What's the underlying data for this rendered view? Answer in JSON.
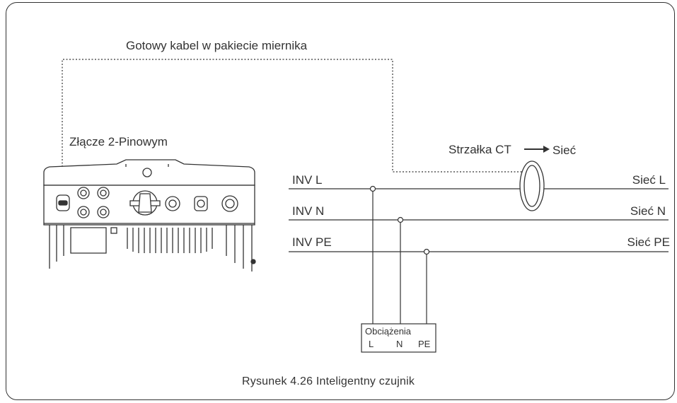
{
  "cable_label": "Gotowy kabel w pakiecie miernika",
  "connector_label": "Złącze 2-Pinowym",
  "ct_label_prefix": "Strzałka CT",
  "ct_label_suffix": "Sieć",
  "wires": [
    {
      "left": "INV L",
      "right": "Sieć L"
    },
    {
      "left": "INV N",
      "right": "Sieć N"
    },
    {
      "left": "INV PE",
      "right": "Sieć PE"
    }
  ],
  "load": {
    "title": "Obciążenia",
    "terminals": [
      "L",
      "N",
      "PE"
    ]
  },
  "caption": "Rysunek 4.26 Inteligentny czujnik",
  "colors": {
    "line": "#333333",
    "background": "#ffffff"
  }
}
